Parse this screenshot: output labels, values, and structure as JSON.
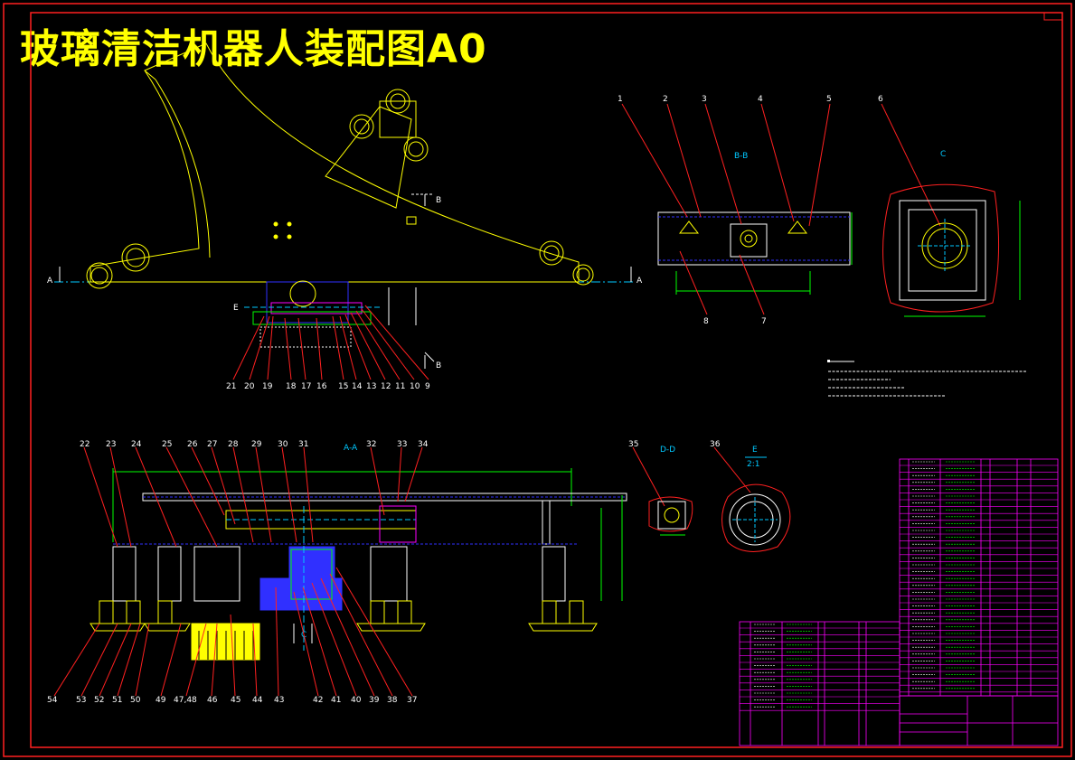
{
  "title": "玻璃清洁机器人装配图A0",
  "section_labels": {
    "aa_left": "A",
    "aa_right": "A",
    "b_top": "B",
    "b_bottom": "B",
    "e_mark": "E",
    "section_aa": "A-A",
    "section_bb": "B-B",
    "view_c": "C",
    "section_dd": "D-D",
    "view_e": "E",
    "view_e_scale": "2:1",
    "c_mark": "C"
  },
  "balloons_top_right": [
    "1",
    "2",
    "3",
    "4",
    "5",
    "6",
    "7",
    "8"
  ],
  "balloons_mid": [
    "21",
    "20",
    "19",
    "18",
    "17",
    "16",
    "15",
    "14",
    "13",
    "12",
    "11",
    "10",
    "9"
  ],
  "balloons_bottom_top": [
    "22",
    "23",
    "24",
    "25",
    "26",
    "27",
    "28",
    "29",
    "30",
    "31",
    "32",
    "33",
    "34",
    "35",
    "36"
  ],
  "balloons_bottom_low": [
    "54",
    "53",
    "52",
    "51",
    "50",
    "49",
    "47,48",
    "46",
    "45",
    "44",
    "43",
    "42",
    "41",
    "40",
    "39",
    "38",
    "37"
  ],
  "colors": {
    "border": "#ff2020",
    "main_drawing": "#ffff00",
    "hidden": "#3030ff",
    "centerline": "#00c8ff",
    "parts": "#00ff00",
    "table": "#ff00ff",
    "leaders": "#ff2020"
  }
}
